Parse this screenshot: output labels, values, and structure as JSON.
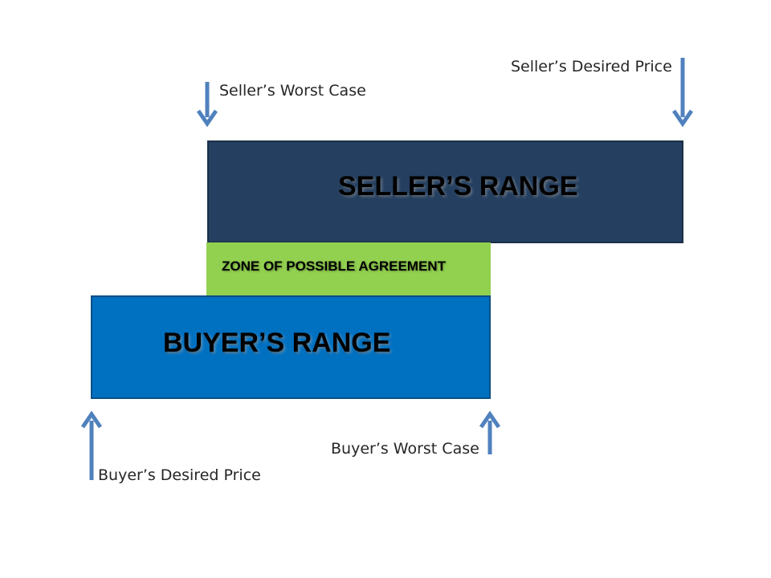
{
  "diagram": {
    "seller_range": {
      "label": "SELLER’S RANGE"
    },
    "buyer_range": {
      "label": "BUYER’S RANGE"
    },
    "zopa": {
      "label": "ZONE OF POSSIBLE  AGREEMENT"
    },
    "markers": {
      "seller_worst": "Seller’s Worst Case",
      "seller_desired": "Seller’s Desired Price",
      "buyer_worst": "Buyer’s Worst Case",
      "buyer_desired": "Buyer’s Desired Price"
    },
    "colors": {
      "seller_box": "#243f60",
      "buyer_box": "#0070c0",
      "zopa_box": "#92d050",
      "arrow": "#4f81bd"
    }
  }
}
